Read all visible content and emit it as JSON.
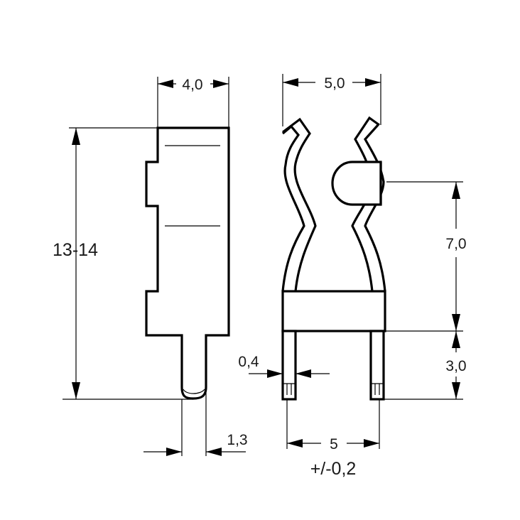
{
  "dimensions": {
    "side_width": "4,0",
    "overall_height": "13-14",
    "pin_width": "1,3",
    "clip_width": "5,0",
    "clip_height": "7,0",
    "pin_length": "3,0",
    "pin_thickness": "0,4",
    "pin_spacing": "5",
    "tolerance": "+/-0,2"
  }
}
